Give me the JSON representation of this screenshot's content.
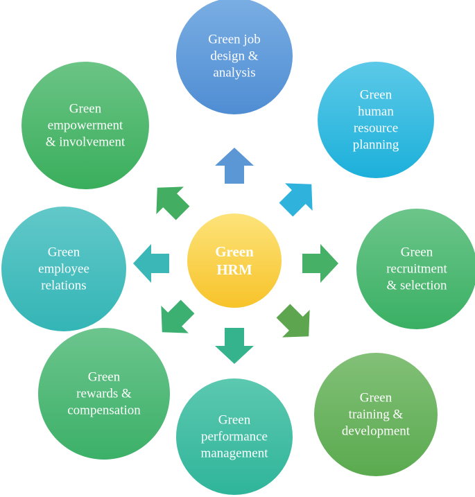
{
  "center": {
    "lines": [
      "Green",
      "HRM"
    ],
    "color": "#f7c32a",
    "color_light": "#fde37a"
  },
  "nodes": [
    {
      "id": "job-design",
      "lines": [
        "Green job",
        "design &",
        "analysis"
      ],
      "color": "#4f8dd3",
      "color_light": "#7aaee3",
      "arrow_color": "#5b96d5"
    },
    {
      "id": "hr-planning",
      "lines": [
        "Green",
        "human",
        "resource",
        "planning"
      ],
      "color": "#1cb0da",
      "color_light": "#5cc9e8",
      "arrow_color": "#2fb2dc"
    },
    {
      "id": "recruitment",
      "lines": [
        "Green",
        "recruitment",
        "& selection"
      ],
      "color": "#3ab064",
      "color_light": "#6cc58a",
      "arrow_color": "#47b067"
    },
    {
      "id": "training",
      "lines": [
        "Green",
        "training &",
        "development"
      ],
      "color": "#5aaa4f",
      "color_light": "#82c077",
      "arrow_color": "#5ea54f"
    },
    {
      "id": "performance",
      "lines": [
        "Green",
        "performance",
        "management"
      ],
      "color": "#2fb59a",
      "color_light": "#5cc8b0",
      "arrow_color": "#34b38c"
    },
    {
      "id": "rewards",
      "lines": [
        "Green",
        "rewards &",
        "compensation"
      ],
      "color": "#3cb068",
      "color_light": "#6cc58d",
      "arrow_color": "#3cb070"
    },
    {
      "id": "employee-relations",
      "lines": [
        "Green",
        "employee",
        "relations"
      ],
      "color": "#34b5b6",
      "color_light": "#62c8c9",
      "arrow_color": "#3bb7b7"
    },
    {
      "id": "empowerment",
      "lines": [
        "Green",
        "empowerment",
        "& involvement"
      ],
      "color": "#3aae5c",
      "color_light": "#6bc485",
      "arrow_color": "#43ae62"
    }
  ]
}
